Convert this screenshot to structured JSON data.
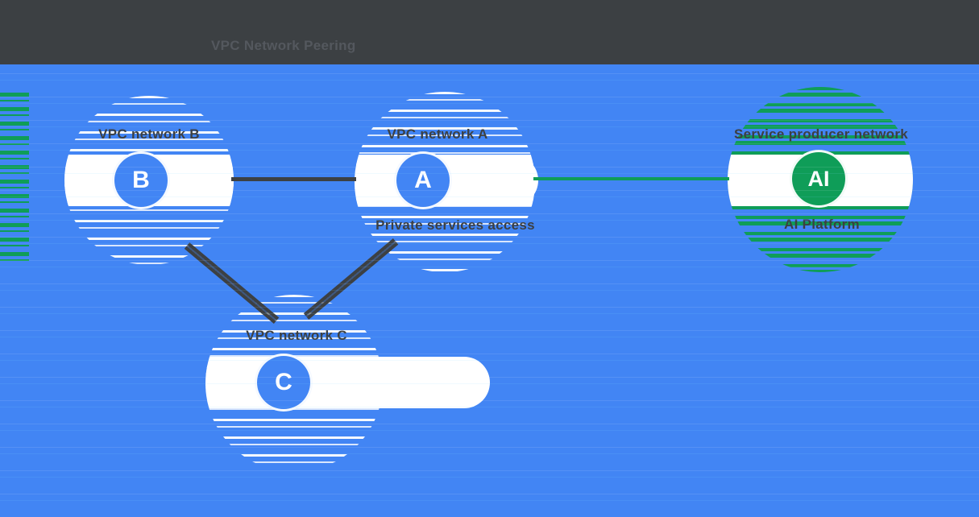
{
  "header": {
    "title": "VPC Network Peering",
    "background": "#3c4043"
  },
  "colors": {
    "canvas_blue": "#4285f4",
    "node_blue": "#4285f4",
    "node_green": "#0f9d58",
    "dark_line": "#3c4043",
    "green_line": "#0f9d58",
    "label_dark": "#3c4043",
    "band_white": "#ffffff"
  },
  "diagram": {
    "networks": [
      {
        "id": "B",
        "letter": "B",
        "label": "VPC network B",
        "color": "blue"
      },
      {
        "id": "A",
        "letter": "A",
        "label": "VPC network A",
        "color": "blue"
      },
      {
        "id": "C",
        "letter": "C",
        "label": "VPC network C",
        "color": "blue"
      },
      {
        "id": "AI",
        "letter": "AI",
        "label": "Service producer network",
        "sublabel": "AI Platform",
        "color": "green"
      }
    ],
    "connections": [
      {
        "from": "B",
        "to": "A",
        "type": "peering",
        "color": "dark"
      },
      {
        "from": "B",
        "to": "C",
        "type": "peering",
        "color": "dark"
      },
      {
        "from": "A",
        "to": "C",
        "type": "peering",
        "color": "dark"
      },
      {
        "from": "A",
        "to": "AI",
        "type": "private-services-access",
        "label": "Private services access",
        "color": "green"
      }
    ]
  }
}
